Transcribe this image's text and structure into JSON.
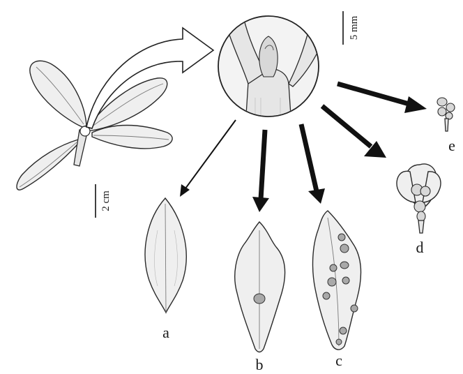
{
  "scale_bars": {
    "large": "5 mm",
    "small": "2 cm"
  },
  "panels": {
    "a": "a",
    "b": "b",
    "c": "c",
    "d": "d",
    "e": "e"
  }
}
